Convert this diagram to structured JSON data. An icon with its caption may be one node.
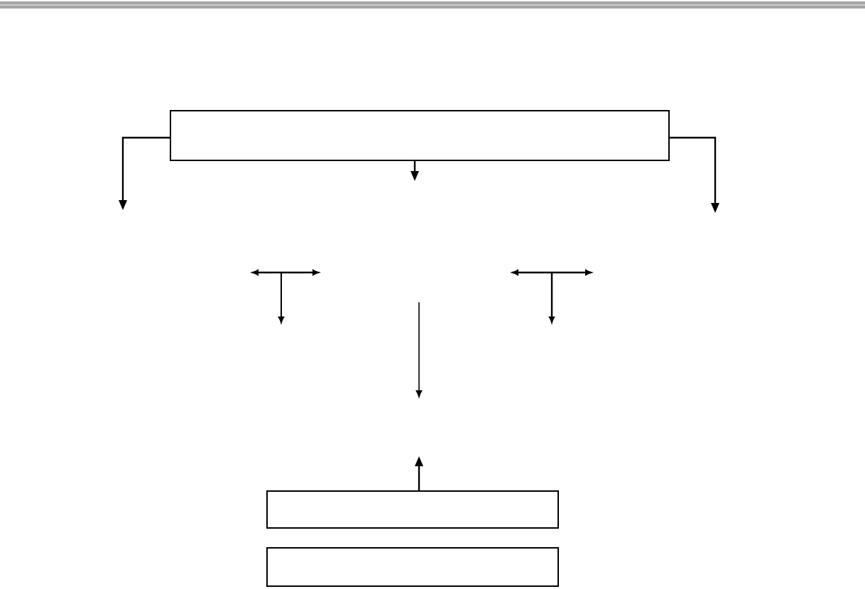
{
  "diagram": {
    "nodes": [
      {
        "text": [],
        "shape": "box"
      },
      {
        "text": [],
        "shape": "box"
      },
      {
        "text": [],
        "shape": "box"
      }
    ],
    "edges": [
      {
        "from": 0,
        "to": null,
        "arrow": "to"
      },
      {
        "from": 0,
        "to": null,
        "arrow": "to"
      },
      {
        "from": 0,
        "to": null,
        "arrow": "to"
      },
      {
        "from": 1,
        "to": null,
        "arrow": "to"
      }
    ]
  }
}
